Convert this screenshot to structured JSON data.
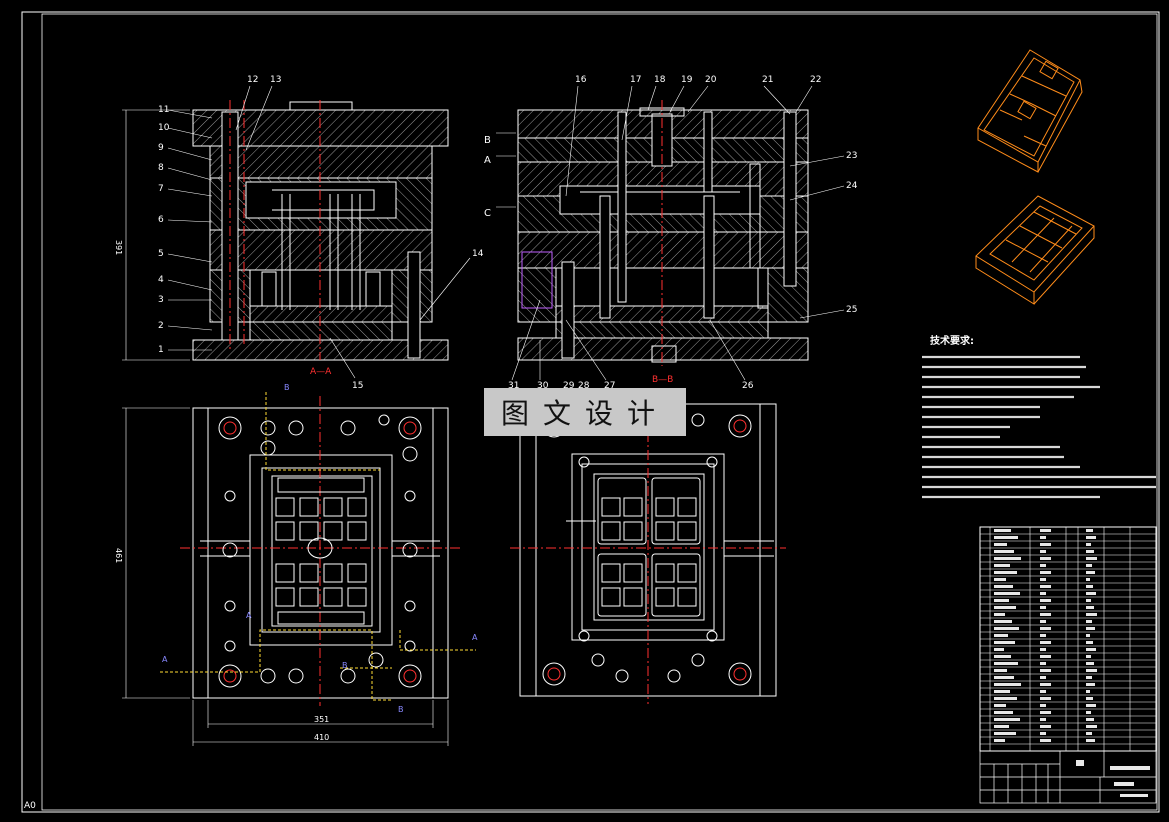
{
  "sheet": {
    "size_label": "A0"
  },
  "balloons_left": [
    "12",
    "13",
    "11",
    "10",
    "9",
    "8",
    "7",
    "6",
    "5",
    "4",
    "3",
    "2",
    "1",
    "14",
    "15"
  ],
  "balloons_right": [
    "16",
    "17",
    "18",
    "19",
    "20",
    "21",
    "22",
    "23",
    "24",
    "25",
    "26",
    "27",
    "28",
    "29",
    "30",
    "31"
  ],
  "section_marks": {
    "b": "B",
    "a": "A",
    "c": "C"
  },
  "views": {
    "aa": "A—A",
    "bb": "B—B"
  },
  "dimensions": {
    "height_top": "391",
    "height_bottom": "461",
    "width_inner": "351",
    "width_outer": "410"
  },
  "tech_req_title": "技术要求:",
  "watermark": "图文设计",
  "cut_labels": {
    "a": "A",
    "b": "B"
  },
  "colors": {
    "line": "#ffffff",
    "center": "#ff3030",
    "cavity": "#ffdd33",
    "product": "#ff8c1a",
    "balloon": "#ffffff",
    "dim": "#ffffff"
  }
}
